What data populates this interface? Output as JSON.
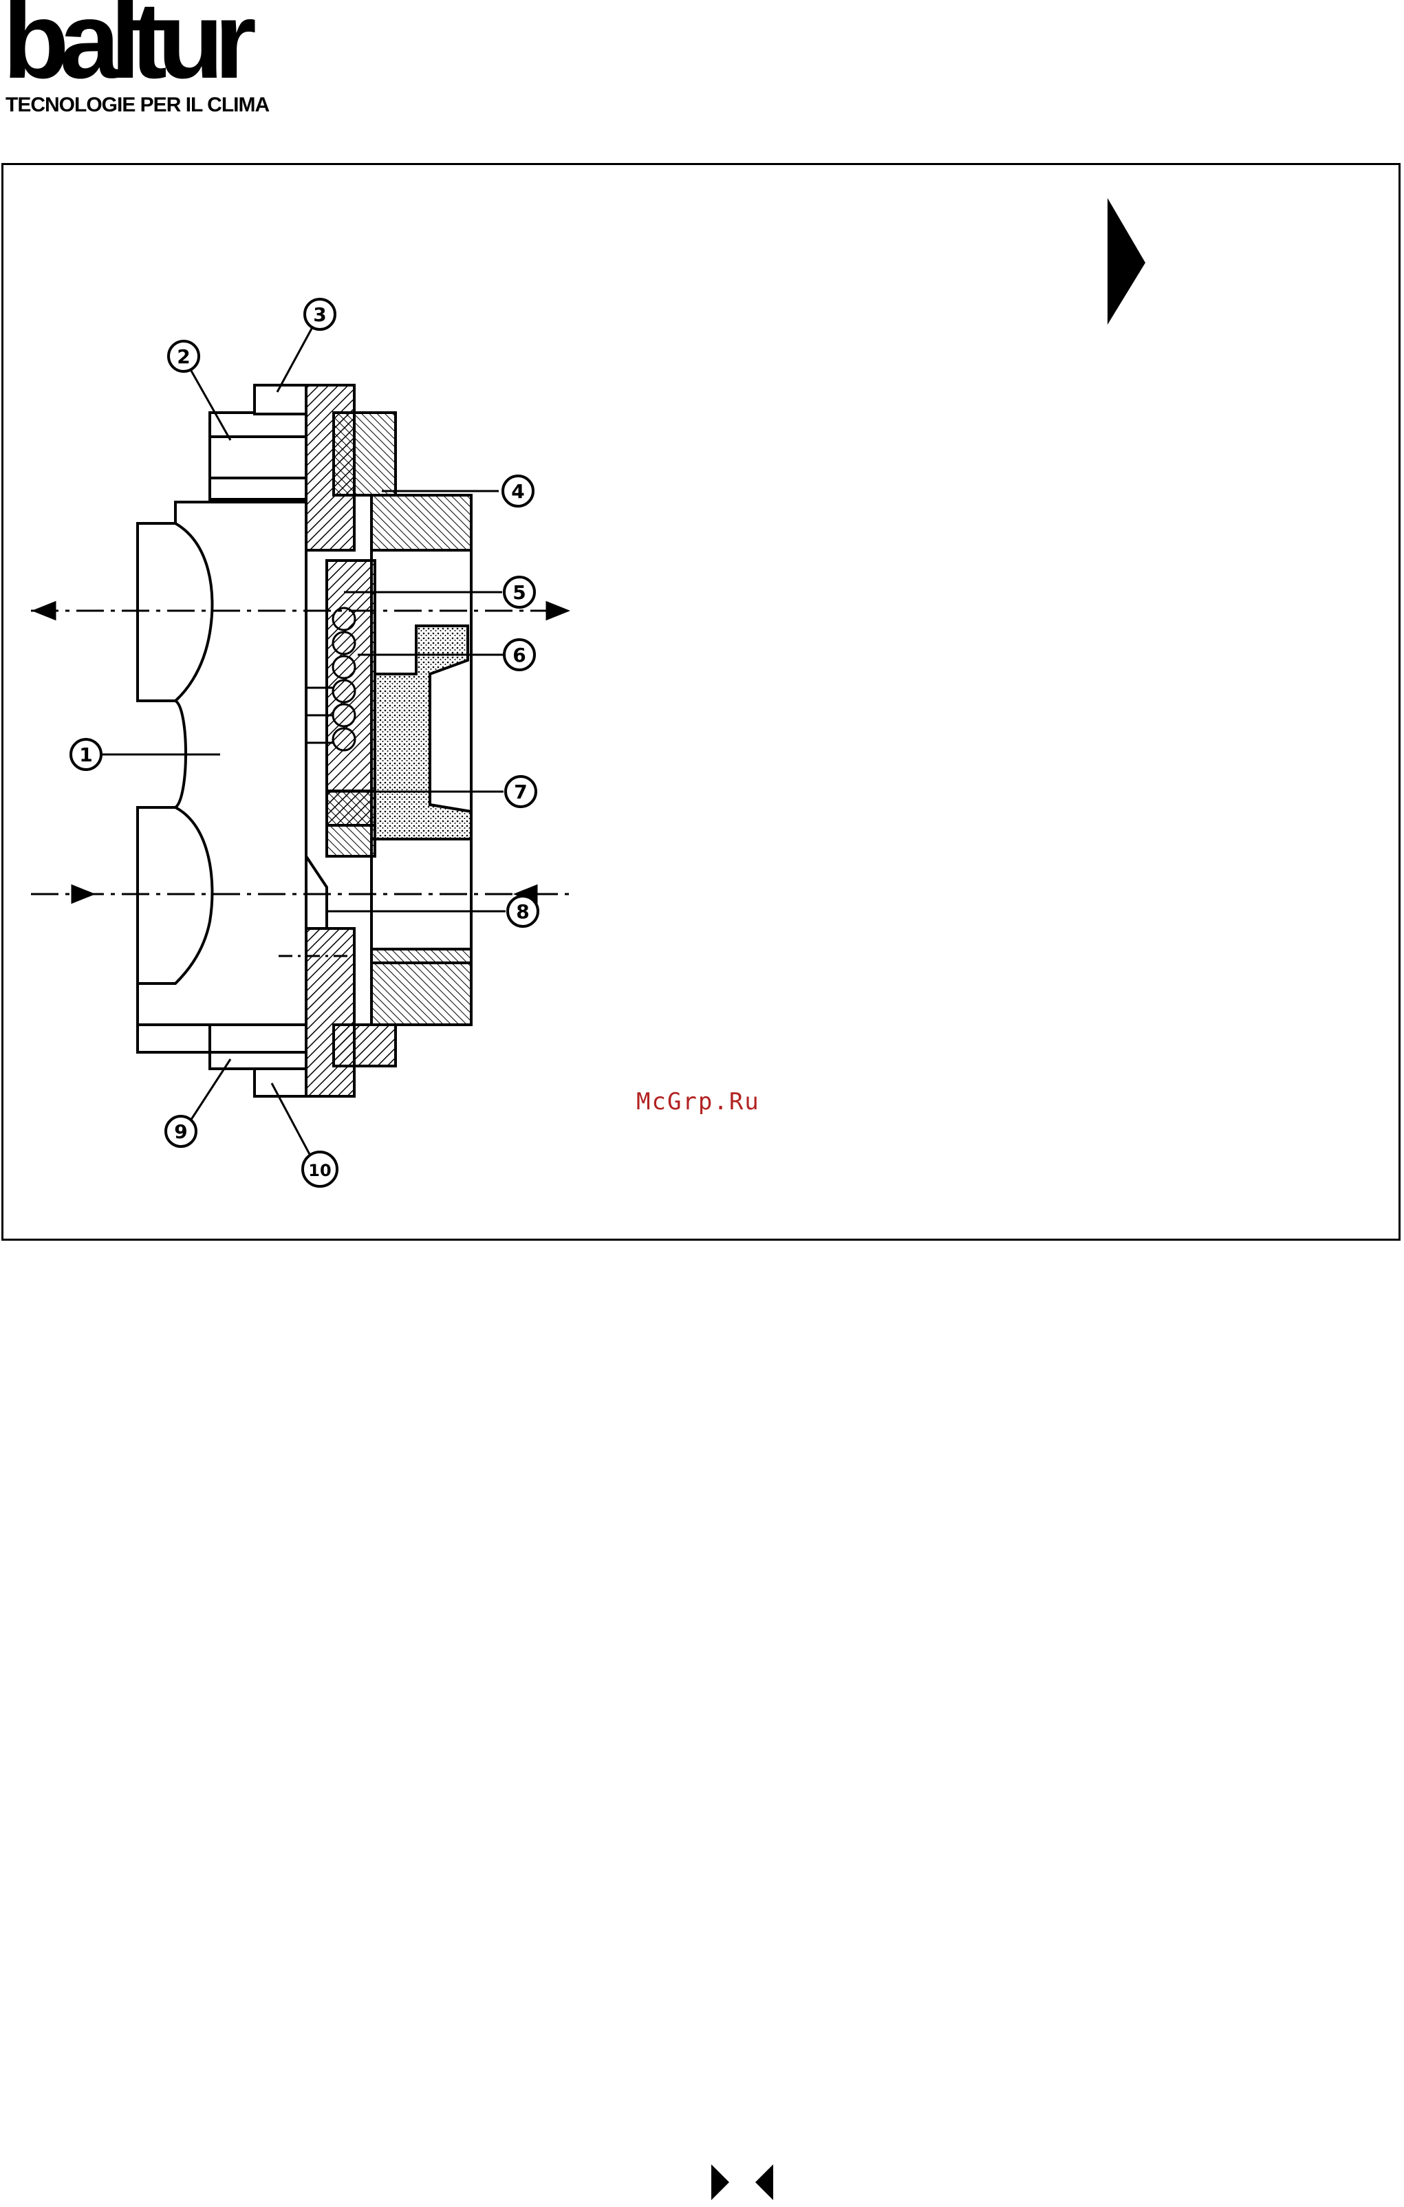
{
  "header": {
    "logo_text": "baltur",
    "tagline": "TECNOLOGIE PER IL CLIMA"
  },
  "figure": {
    "callouts": [
      "1",
      "2",
      "3",
      "4",
      "5",
      "6",
      "7",
      "8",
      "9",
      "10"
    ]
  },
  "watermark": "McGrp.Ru",
  "icons": {
    "next": "triangle-right-icon",
    "nav_forward": "triangle-right-icon",
    "nav_back": "triangle-left-icon"
  },
  "colors": {
    "watermark": "#b22222",
    "ink": "#000000"
  }
}
